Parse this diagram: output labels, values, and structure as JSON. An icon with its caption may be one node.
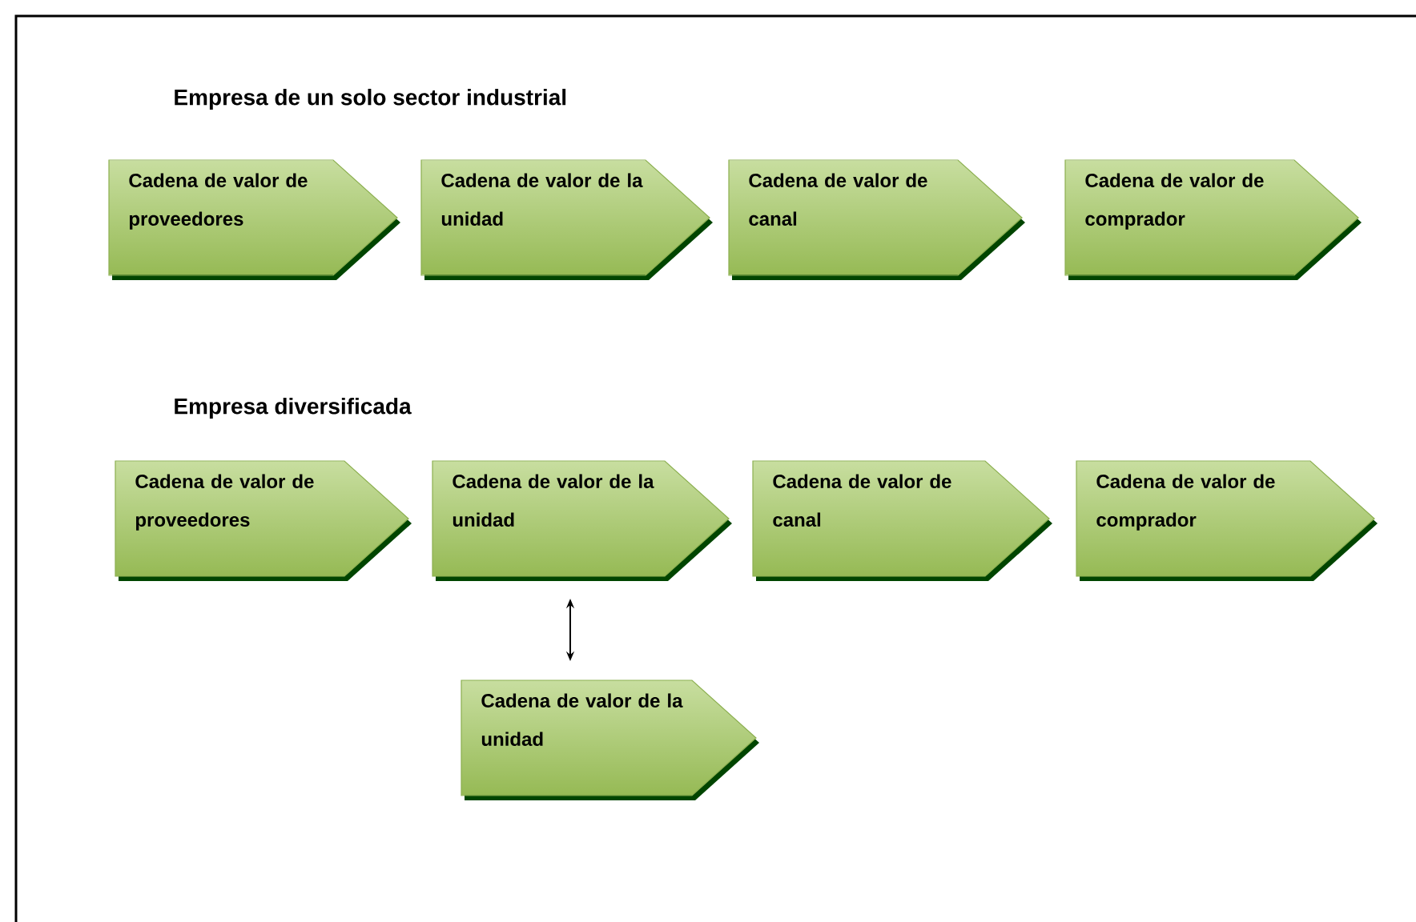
{
  "diagram": {
    "nodes": [
      {
        "text": [
          "Cadena de valor de proveedores"
        ]
      },
      {
        "text": [
          "Cadena de valor de la unidad"
        ]
      },
      {
        "text": [
          "Cadena de valor de canal"
        ]
      },
      {
        "text": [
          "Cadena de valor de comprador"
        ]
      },
      {
        "text": [
          "Cadena de valor de proveedores"
        ]
      },
      {
        "text": [
          "Cadena de valor de la unidad"
        ]
      },
      {
        "text": [
          "Cadena de valor de canal"
        ]
      },
      {
        "text": [
          "Cadena de valor de comprador"
        ]
      },
      {
        "text": [
          "Cadena de valor de la unidad"
        ]
      }
    ],
    "edges": [
      {
        "from": 5,
        "to": 8,
        "arrow": "both"
      }
    ],
    "labels": [
      "Empresa de un solo sector industrial",
      "Empresa diversificada"
    ]
  }
}
